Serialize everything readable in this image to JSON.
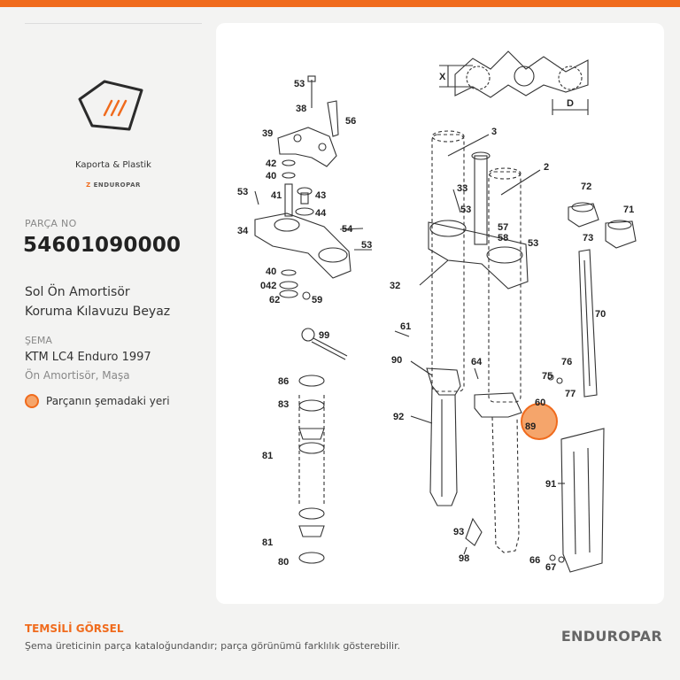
{
  "sidebar": {
    "category": "Kaporta & Plastik",
    "brand_small": "ENDUROPAR",
    "part_no_label": "PARÇA NO",
    "part_number": "54601090000",
    "part_desc_line1": "Sol Ön Amortisör",
    "part_desc_line2": "Koruma Kılavuzu Beyaz",
    "schema_label": "ŞEMA",
    "model": "KTM LC4 Enduro 1997",
    "subgroup": "Ön Amortisör, Maşa",
    "legend_text": "Parçanın şemadaki yeri"
  },
  "diagram": {
    "labels": {
      "l3": "3",
      "l2": "2",
      "lx": "X",
      "ld": "D",
      "l53a": "53",
      "l38": "38",
      "l56": "56",
      "l39": "39",
      "l42": "42",
      "l40a": "40",
      "l53b": "53",
      "l41": "41",
      "l43": "43",
      "l44": "44",
      "l34": "34",
      "l54": "54",
      "l53c": "53",
      "l40b": "40",
      "l042": "042",
      "l62": "62",
      "l59": "59",
      "l33": "33",
      "l53d": "53",
      "l57": "57",
      "l58": "58",
      "l53e": "53",
      "l32": "32",
      "l72": "72",
      "l71": "71",
      "l73": "73",
      "l70": "70",
      "l61": "61",
      "l99": "99",
      "l90": "90",
      "l64": "64",
      "l75": "75",
      "l76": "76",
      "l77": "77",
      "l60": "60",
      "l86": "86",
      "l83": "83",
      "l92": "92",
      "l81a": "81",
      "l91": "91",
      "l81b": "81",
      "l93": "93",
      "l98": "98",
      "l80": "80",
      "l66": "66",
      "l67": "67"
    },
    "highlight_label": "89"
  },
  "footer": {
    "title": "TEMSİLİ GÖRSEL",
    "note": "Şema üreticinin parça kataloğundandır; parça görünümü farklılık gösterebilir.",
    "brand": "ENDUROPAR"
  },
  "colors": {
    "accent": "#f06b1d",
    "highlight_fill": "#f5a56b"
  }
}
